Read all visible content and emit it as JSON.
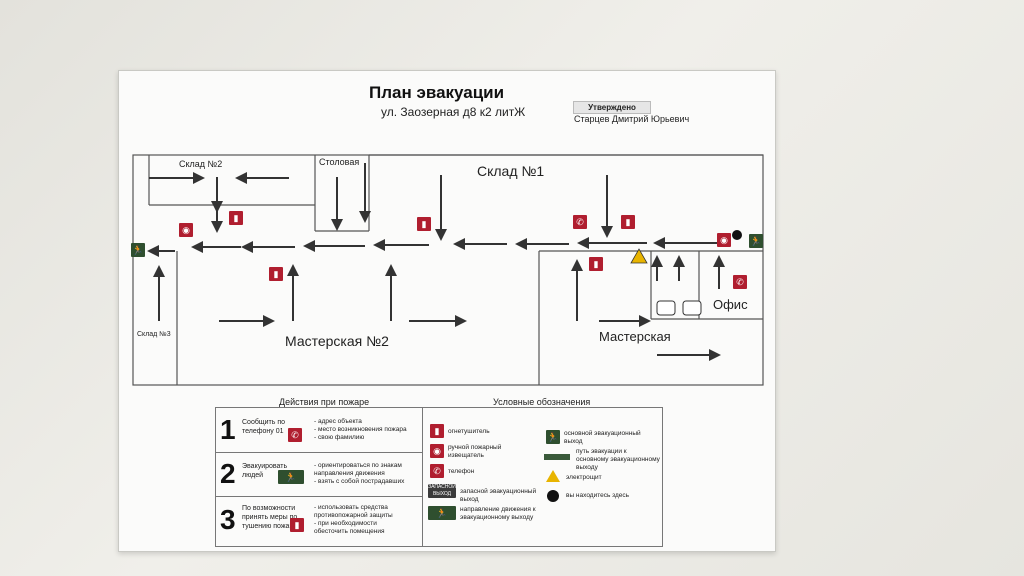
{
  "header": {
    "title": "План эвакуации",
    "address": "ул. Заозерная д8 к2 литЖ",
    "approved": "Утверждено",
    "approver": "Старцев Дмитрий Юрьевич"
  },
  "rooms": {
    "sklad2": "Склад №2",
    "stolovaya": "Столовая",
    "sklad1": "Склад №1",
    "sklad3": "Склад №3",
    "masterskaya2": "Мастерская №2",
    "masterskaya": "Мастерская",
    "ofis": "Офис"
  },
  "actions": {
    "title": "Действия при пожаре",
    "steps": [
      {
        "num": "1",
        "text": "Сообщить по телефону 01",
        "notes": [
          "- адрес объекта",
          "- место возникновения пожара",
          "- свою фамилию"
        ]
      },
      {
        "num": "2",
        "text": "Эвакуировать людей",
        "notes": [
          "- ориентироваться по знакам",
          "направления движения",
          "- взять с собой пострадавших"
        ]
      },
      {
        "num": "3",
        "text": "По возможности принять меры по тушению пожара",
        "notes": [
          "- использовать средства",
          "противопожарной защиты",
          "- при необходимости",
          "обесточить помещения"
        ]
      }
    ]
  },
  "legend": {
    "title": "Условные обозначения",
    "items": [
      {
        "icon": "fire-extinguisher-icon",
        "text": "огнетушитель"
      },
      {
        "icon": "fire-alarm-button-icon",
        "text": "ручной пожарный извещатель"
      },
      {
        "icon": "phone-icon",
        "text": "телефон"
      },
      {
        "icon": "spare-exit-sign-icon",
        "text": "запасной эвакуационный выход",
        "sign": "ЗАПАСНОЙ ВЫХОД"
      },
      {
        "icon": "direction-sign-icon",
        "text": "направление движения к эвакуационному выходу"
      },
      {
        "icon": "main-exit-icon",
        "text": "основной эвакуационный выход"
      },
      {
        "icon": "path-arrow-icon",
        "text": "путь эвакуации к основному эвакуационному выходу"
      },
      {
        "icon": "electric-panel-icon",
        "text": "электрощит"
      },
      {
        "icon": "you-are-here-icon",
        "text": "вы находитесь здесь"
      }
    ]
  },
  "colors": {
    "sign_red": "#b01e2f",
    "sign_green": "#2f4f2f",
    "arrow": "#333333",
    "wall": "#555555"
  }
}
